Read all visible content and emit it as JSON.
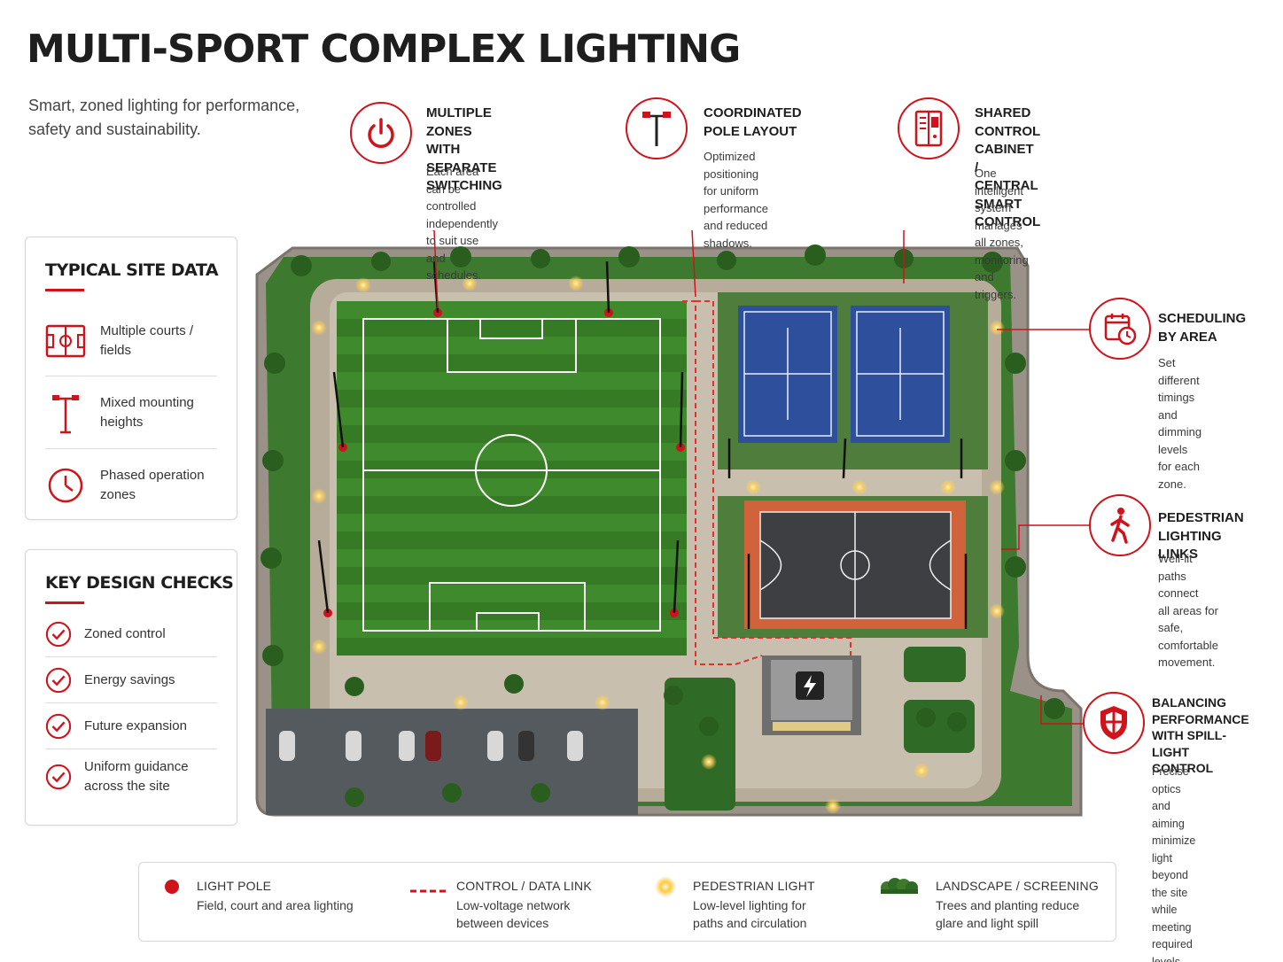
{
  "header": {
    "title": "MULTI-SPORT COMPLEX LIGHTING",
    "subtitle": "Smart, zoned lighting for performance, safety and sustainability."
  },
  "site_data": {
    "heading": "TYPICAL SITE DATA",
    "items": [
      {
        "label": "Multiple courts /\nfields",
        "icon": "court-icon"
      },
      {
        "label": "Mixed mounting\nheights",
        "icon": "pole-icon"
      },
      {
        "label": "Phased operation\nzones",
        "icon": "clock-icon"
      }
    ]
  },
  "design_checks": {
    "heading": "KEY DESIGN CHECKS",
    "items": [
      {
        "label": "Zoned control",
        "icon": "check-circle-icon"
      },
      {
        "label": "Energy savings",
        "icon": "check-circle-icon"
      },
      {
        "label": "Future expansion",
        "icon": "check-circle-icon"
      },
      {
        "label": "Uniform guidance\nacross the site",
        "icon": "check-circle-icon"
      }
    ]
  },
  "callouts": {
    "zones": {
      "title": "MULTIPLE ZONES\nWITH SEPARATE\nSWITCHING",
      "desc": "Each area can be\ncontrolled independently\nto suit use and schedules.",
      "icon": "power-icon"
    },
    "pole_layout": {
      "title": "COORDINATED\nPOLE LAYOUT",
      "desc": "Optimized positioning\nfor uniform performance\nand reduced shadows.",
      "icon": "pole-icon"
    },
    "cabinet": {
      "title": "SHARED CONTROL\nCABINET / CENTRAL\nSMART CONTROL",
      "desc": "One intelligent system\nmanages all zones,\nmonitoring and triggers.",
      "icon": "cabinet-icon"
    },
    "scheduling": {
      "title": "SCHEDULING\nBY AREA",
      "desc": "Set different timings\nand dimming levels\nfor each zone.",
      "icon": "calendar-clock-icon"
    },
    "pedestrian": {
      "title": "PEDESTRIAN\nLIGHTING LINKS",
      "desc": "Well-lit paths connect\nall areas for safe,\ncomfortable movement.",
      "icon": "walking-person-icon"
    },
    "spill": {
      "title": "BALANCING\nPERFORMANCE\nWITH SPILL-LIGHT\nCONTROL",
      "desc": "Precise optics and aiming\nminimize light beyond\nthe site while meeting\nrequired levels.",
      "icon": "shield-icon"
    }
  },
  "legend": {
    "items": [
      {
        "label": "LIGHT POLE",
        "desc": "Field, court and area lighting",
        "icon": "red-dot-icon"
      },
      {
        "label": "CONTROL / DATA LINK",
        "desc": "Low-voltage network\nbetween devices",
        "icon": "dashed-line-icon"
      },
      {
        "label": "PEDESTRIAN LIGHT",
        "desc": "Low-level lighting for\npaths and circulation",
        "icon": "glow-light-icon"
      },
      {
        "label": "LANDSCAPE / SCREENING",
        "desc": "Trees and planting reduce\nglare and light spill",
        "icon": "shrub-icon"
      }
    ]
  },
  "colors": {
    "accent_red": "#d0121a",
    "pitch_green": "#3f8a2c",
    "tennis_blue": "#2d4f9c",
    "court_orange": "#d0623c",
    "landscape_green": "#2f6a26"
  }
}
